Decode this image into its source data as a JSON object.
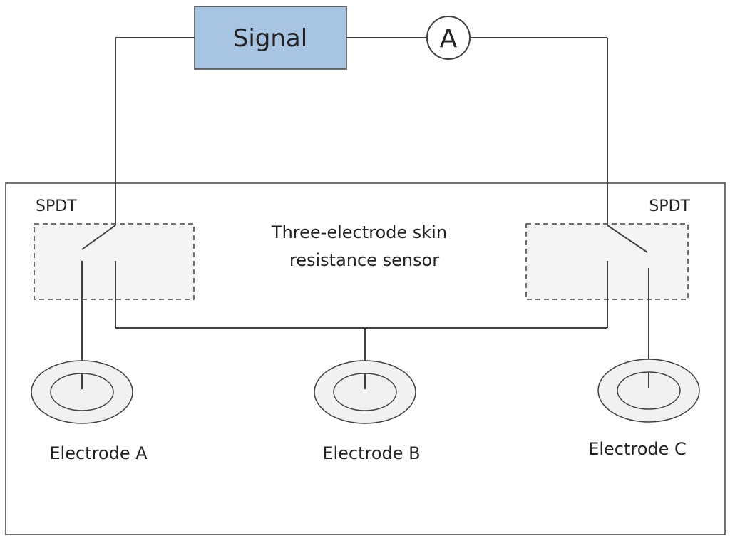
{
  "signal": {
    "label": "Signal"
  },
  "ammeter": {
    "label": "A"
  },
  "sensor": {
    "title_line1": "Three-electrode skin",
    "title_line2": "resistance sensor"
  },
  "switches": {
    "left": {
      "label": "SPDT"
    },
    "right": {
      "label": "SPDT"
    }
  },
  "electrodes": [
    {
      "label": "Electrode A"
    },
    {
      "label": "Electrode B"
    },
    {
      "label": "Electrode C"
    }
  ],
  "colors": {
    "signal_fill": "#a7c5e3",
    "switch_fill": "#f4f4f4",
    "electrode_fill": "#f1f1f1",
    "line": "#404040",
    "text": "#222222"
  }
}
